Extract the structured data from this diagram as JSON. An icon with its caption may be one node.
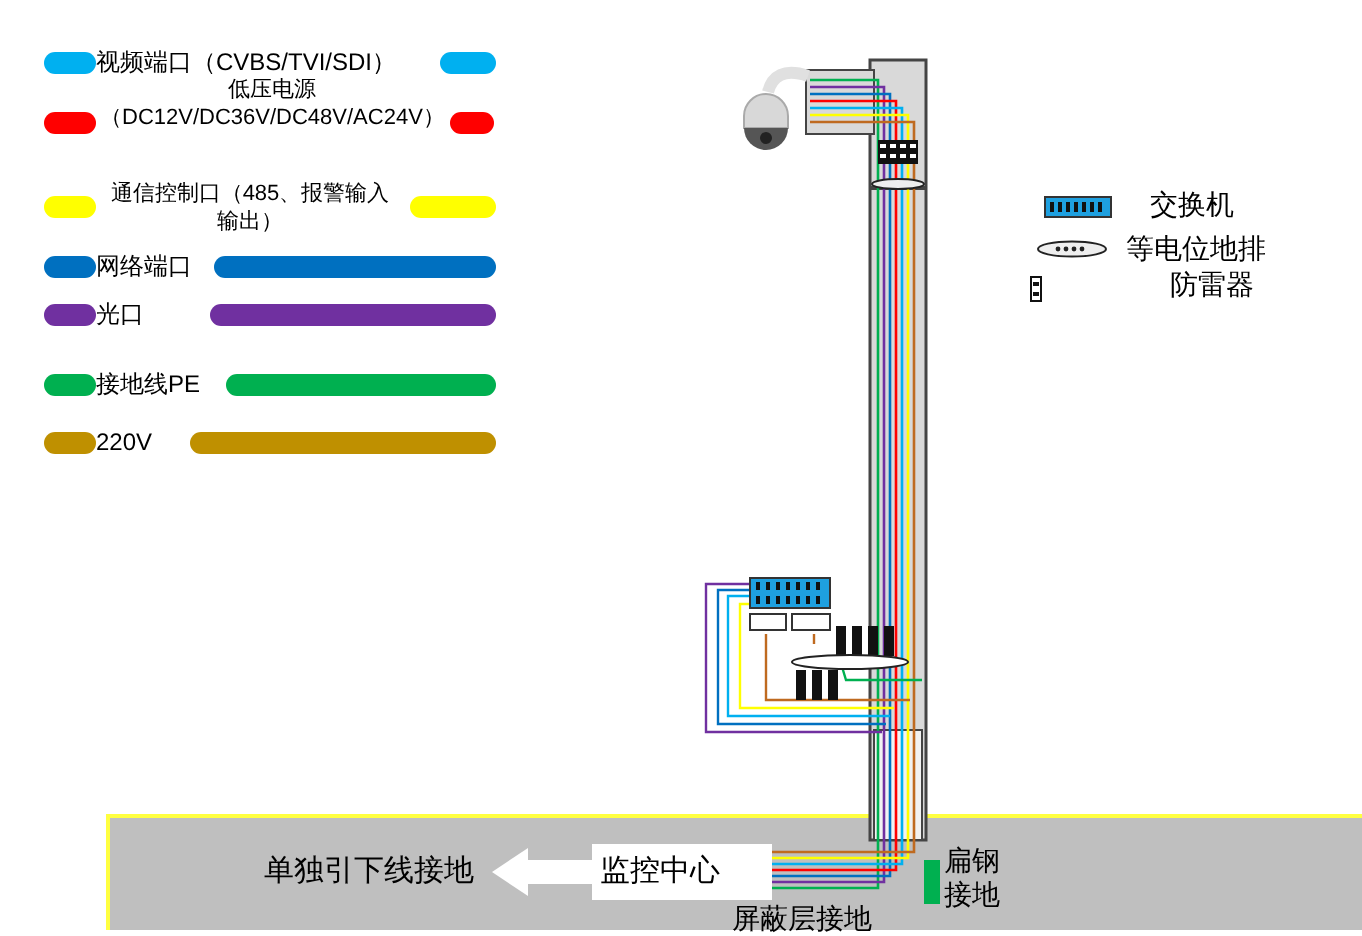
{
  "diagram": {
    "nodes": [
      {
        "text": [
          "监控中心"
        ]
      },
      {
        "text": [
          "单独引下线接地"
        ]
      }
    ],
    "edges": [
      {
        "from": 0,
        "to": 1,
        "arrow": "to"
      }
    ],
    "labels": [
      "屏蔽层接地",
      "扁钢接地"
    ],
    "legend": [
      {
        "text": "视频端口（CVBS/TVI/SDI）",
        "color": "#00b0f0"
      },
      {
        "text": "低压电源（DC12V/DC36V/DC48V/AC24V）",
        "color": "#ff0000"
      },
      {
        "text": "通信控制口（485、报警输入输出）",
        "color": "#ffff00"
      },
      {
        "text": "网络端口",
        "color": "#0070c0"
      },
      {
        "text": "光口",
        "color": "#7030a0"
      },
      {
        "text": "接地线PE",
        "color": "#00b050"
      },
      {
        "text": "220V",
        "color": "#bf9000"
      },
      {
        "text": "交换机"
      },
      {
        "text": "等电位地排"
      },
      {
        "text": "防雷器"
      }
    ]
  }
}
